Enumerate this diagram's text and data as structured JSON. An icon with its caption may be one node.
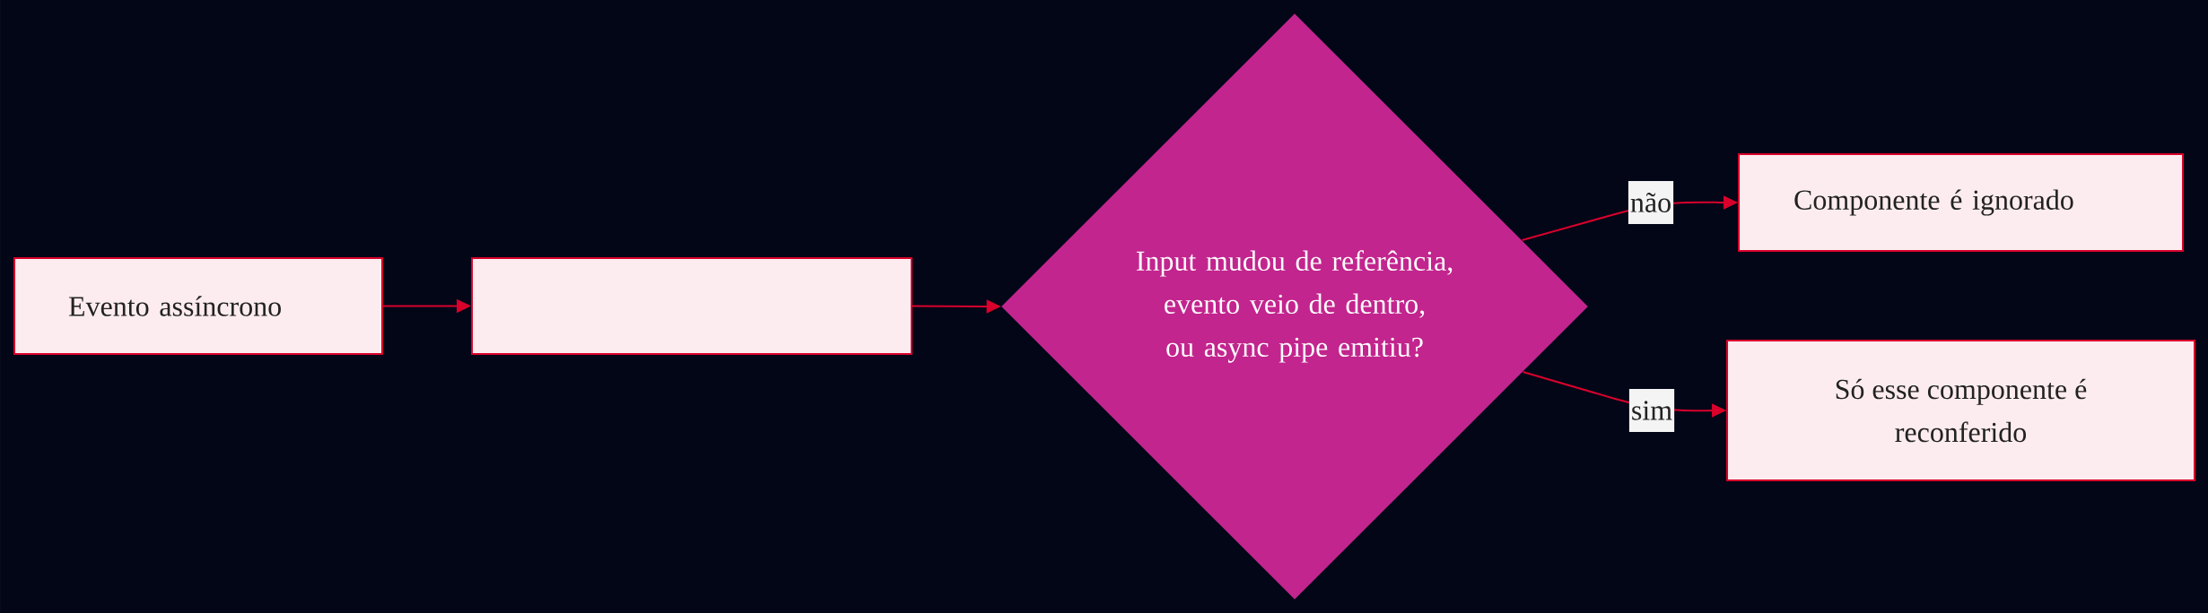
{
  "diagram": {
    "nodes": [
      {
        "text": [
          "Evento assíncrono"
        ]
      },
      {
        "text": [],
        "shape": "box"
      },
      {
        "text": [
          "Input mudou de referência, evento veio de dentro, ou async pipe emitiu?"
        ]
      },
      {
        "text": [
          "Componente é ignorado"
        ]
      },
      {
        "text": [
          "Só esse componente é reconferido"
        ]
      }
    ],
    "edges": [
      {
        "from": 0,
        "to": 1,
        "arrow": "to"
      },
      {
        "from": 1,
        "to": 2,
        "arrow": "to"
      },
      {
        "from": 2,
        "to": 3,
        "arrow": "to",
        "label": "não"
      },
      {
        "from": 2,
        "to": 4,
        "arrow": "to",
        "label": "sim"
      }
    ]
  }
}
